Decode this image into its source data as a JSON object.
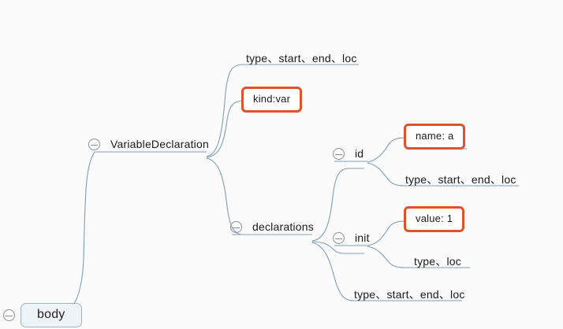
{
  "diagram": {
    "type": "mindmap",
    "title": "JavaScript AST VariableDeclaration mind map",
    "colors": {
      "connector": "#7d9dbb",
      "highlight_border": "#e0522e",
      "root_fill": "#eef3f7",
      "root_border": "#9fb3c8",
      "text": "#1a1a1a",
      "background": "#fbfbfb"
    },
    "toggle_icon": "collapse-minus-icon"
  },
  "nodes": {
    "root": {
      "label": "body"
    },
    "variable_declaration": {
      "label": "VariableDeclaration"
    },
    "vd_props": {
      "label": "type、start、end、loc"
    },
    "kind": {
      "label": "kind:var",
      "highlighted": true
    },
    "declarations": {
      "label": "declarations"
    },
    "id": {
      "label": "id"
    },
    "id_name": {
      "label": "name: a",
      "highlighted": true
    },
    "id_props": {
      "label": "type、start、end、loc"
    },
    "init": {
      "label": "init"
    },
    "init_value": {
      "label": "value: 1",
      "highlighted": true
    },
    "init_props": {
      "label": "type、loc"
    },
    "declarations_props": {
      "label": "type、start、end、loc"
    }
  }
}
